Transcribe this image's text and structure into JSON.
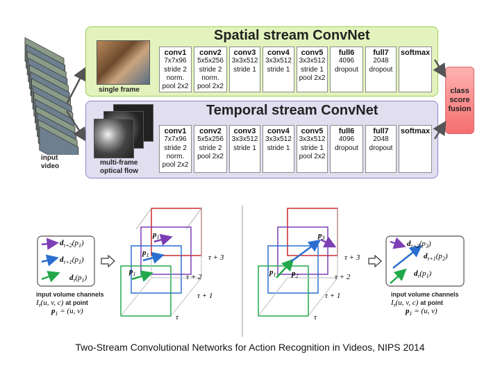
{
  "spatial": {
    "title": "Spatial stream ConvNet",
    "frame_label": "single frame",
    "layers": [
      {
        "name": "conv1",
        "lines": [
          "7x7x96",
          "stride 2",
          "norm.",
          "pool 2x2"
        ]
      },
      {
        "name": "conv2",
        "lines": [
          "5x5x256",
          "stride 2",
          "norm.",
          "pool 2x2"
        ]
      },
      {
        "name": "conv3",
        "lines": [
          "3x3x512",
          "stride 1"
        ]
      },
      {
        "name": "conv4",
        "lines": [
          "3x3x512",
          "stride 1"
        ]
      },
      {
        "name": "conv5",
        "lines": [
          "3x3x512",
          "stride 1",
          "pool 2x2"
        ]
      },
      {
        "name": "full6",
        "lines": [
          "4096",
          "dropout"
        ]
      },
      {
        "name": "full7",
        "lines": [
          "2048",
          "dropout"
        ]
      },
      {
        "name": "softmax",
        "lines": []
      }
    ]
  },
  "temporal": {
    "title": "Temporal stream ConvNet",
    "frame_label_1": "multi-frame",
    "frame_label_2": "optical flow",
    "layers": [
      {
        "name": "conv1",
        "lines": [
          "7x7x96",
          "stride 2",
          "norm.",
          "pool 2x2"
        ]
      },
      {
        "name": "conv2",
        "lines": [
          "5x5x256",
          "stride 2",
          "pool 2x2"
        ]
      },
      {
        "name": "conv3",
        "lines": [
          "3x3x512",
          "stride 1"
        ]
      },
      {
        "name": "conv4",
        "lines": [
          "3x3x512",
          "stride 1"
        ]
      },
      {
        "name": "conv5",
        "lines": [
          "3x3x512",
          "stride 1",
          "pool 2x2"
        ]
      },
      {
        "name": "full6",
        "lines": [
          "4096",
          "dropout"
        ]
      },
      {
        "name": "full7",
        "lines": [
          "2048",
          "dropout"
        ]
      },
      {
        "name": "softmax",
        "lines": []
      }
    ]
  },
  "fusion": {
    "line1": "class",
    "line2": "score",
    "line3": "fusion"
  },
  "input": {
    "line1": "input",
    "line2": "video"
  },
  "left_panel": {
    "d2": "d",
    "d2_sub": "τ+2",
    "d2_arg": "(p",
    "d2_argsub": "1",
    "d1_sub": "τ+1",
    "d0_sub": "τ",
    "channels_label": "input volume channels",
    "channels_expr": "I",
    "channels_expr_rest": "(u, v, c)",
    "at_point": "at point",
    "point_expr": "p",
    "point_expr_rest": "= (u, v)"
  },
  "right_panel": {
    "d2_argsub": "3",
    "d1_argsub": "2",
    "d0_argsub": "1",
    "channels_label": "input volume channels",
    "at_point": "at point"
  },
  "cube_labels": {
    "t3": "τ + 3",
    "t2": "τ + 2",
    "t1": "τ + 1",
    "t0": "τ",
    "p1": "p",
    "p2": "p",
    "p3": "p",
    "sub1": "1",
    "sub2": "2",
    "sub3": "3"
  },
  "caption": "Two-Stream Convolutional Networks for Action Recognition in Videos, NIPS 2014",
  "colors": {
    "green": "#22a84a",
    "blue": "#2a6fd0",
    "purple": "#7d3fb5",
    "red": "#c8282a"
  }
}
